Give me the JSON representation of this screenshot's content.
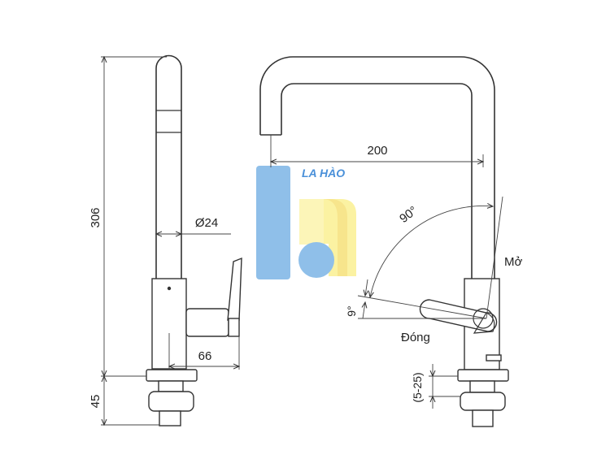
{
  "watermark": {
    "brand": "LA HÀO",
    "colors": {
      "blue": "#8fbfe9",
      "yellow": "#fbf2a2",
      "ring": "#f7e58c"
    }
  },
  "side_view": {
    "total_height": "306",
    "base_height": "45",
    "diameter": "Ø24",
    "handle_offset": "66"
  },
  "front_view": {
    "reach": "200",
    "open_angle": "90°",
    "closed_angle": "9°",
    "open_label": "Mở",
    "closed_label": "Đóng",
    "mount_range": "(5-25)"
  }
}
